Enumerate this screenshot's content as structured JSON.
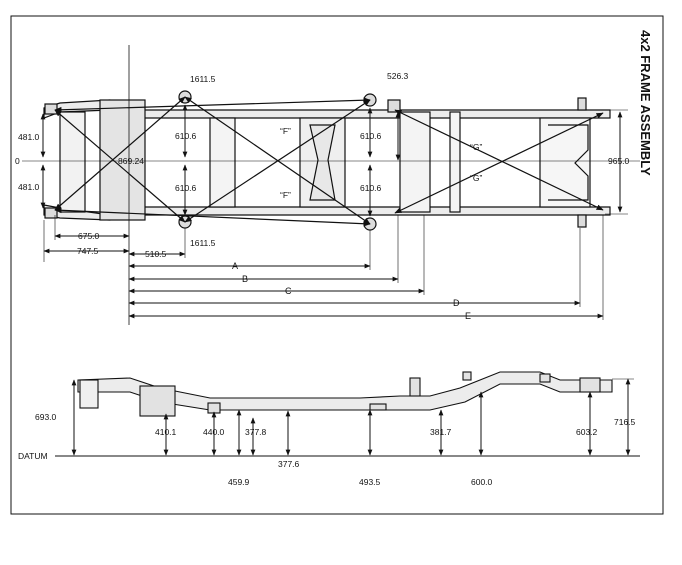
{
  "title": "4x2 FRAME ASSEMBLY",
  "top_view": {
    "origin_label": "0",
    "labels": {
      "d1611_top": "1611.5",
      "d1611_bot": "1611.5",
      "d526": "526.3",
      "d481_top": "481.0",
      "d481_bot": "481.0",
      "zero_left": "0",
      "d869": "869.24",
      "d610_l_top": "610.6",
      "d610_l_bot": "610.6",
      "d610_r_top": "610.6",
      "d610_r_bot": "610.6",
      "d965": "965.0",
      "d675": "675.0",
      "d747": "747.5",
      "d510": "510.5",
      "F_top": "“F”",
      "F_bot": "“F”",
      "G_top": "“G”",
      "G_bot": "“G”",
      "A": "A",
      "B": "B",
      "C": "C",
      "D": "D",
      "E": "E"
    }
  },
  "side_view": {
    "labels": {
      "datum": "DATUM",
      "d693": "693.0",
      "d410": "410.1",
      "d440": "440.0",
      "d377_8": "377.8",
      "d459": "459.9",
      "d377_6": "377.6",
      "d493": "493.5",
      "d381": "381.7",
      "d600": "600.0",
      "d603": "603.2",
      "d716": "716.5"
    }
  },
  "colors": {
    "ink": "#111111",
    "frame": "#d8d8d8",
    "paper": "#ffffff"
  }
}
